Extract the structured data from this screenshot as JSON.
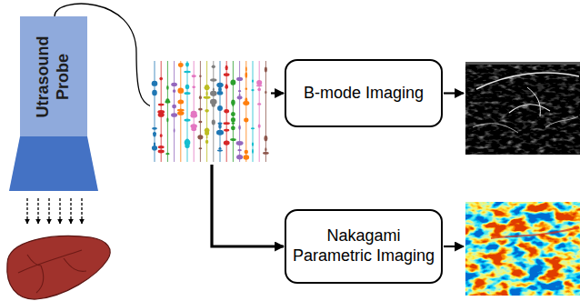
{
  "diagram": {
    "nodes": [
      {
        "text": [
          "Utrasound Probe"
        ]
      },
      {
        "text": [
          "B-mode Imaging"
        ]
      },
      {
        "text": [
          "Nakagami Parametric Imaging"
        ]
      }
    ]
  }
}
